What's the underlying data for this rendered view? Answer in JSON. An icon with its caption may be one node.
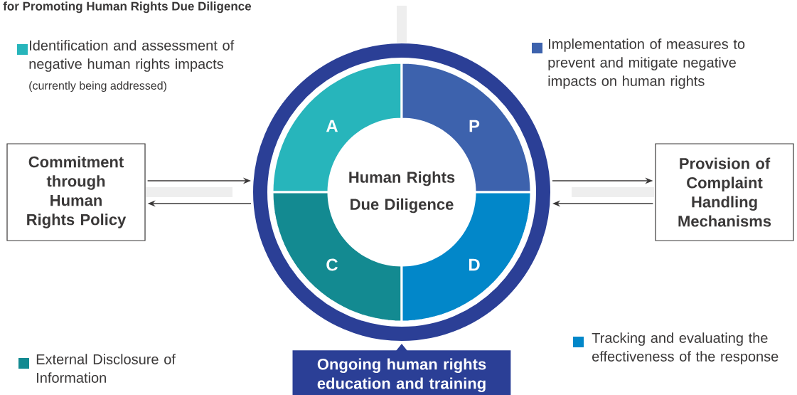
{
  "diagram": {
    "title": "for Promoting Human Rights Due Diligence",
    "nodes": [
      {
        "text": [],
        "shape": "circle"
      },
      {
        "text": [
          "Human Rights Due Diligence"
        ],
        "in": 0
      },
      {
        "text": [
          "A"
        ],
        "in": 0
      },
      {
        "text": [
          "P"
        ],
        "in": 0
      },
      {
        "text": [
          "C"
        ],
        "in": 0
      },
      {
        "text": [
          "D"
        ],
        "in": 0
      },
      {
        "text": [
          "Commitment through Human Rights Policy"
        ]
      },
      {
        "text": [
          "Provision of Complaint Handling Mechanisms"
        ]
      },
      {
        "text": [
          "Ongoing human rights education and training"
        ]
      },
      {
        "text": [],
        "shape": "bar"
      },
      {
        "text": [],
        "shape": "bar"
      },
      {
        "text": [],
        "shape": "bar"
      }
    ],
    "edges": [
      {
        "from": 6,
        "to": 0,
        "arrow": "to"
      },
      {
        "from": 0,
        "to": 6,
        "arrow": "to"
      },
      {
        "from": 0,
        "to": 7,
        "arrow": "to"
      },
      {
        "from": 7,
        "to": 0,
        "arrow": "to"
      }
    ],
    "labels": [
      "(currently being addressed)"
    ],
    "legend": [
      {
        "text": "Identification and assessment of negative human rights impacts",
        "color": "#27b5bb"
      },
      {
        "text": "Implementation of measures to prevent and mitigate negative impacts on human rights",
        "color": "#3d62ad"
      },
      {
        "text": "Tracking and evaluating the effectiveness of the response",
        "color": "#0287c9"
      },
      {
        "text": "External Disclosure of Information",
        "color": "#138a91"
      }
    ]
  }
}
